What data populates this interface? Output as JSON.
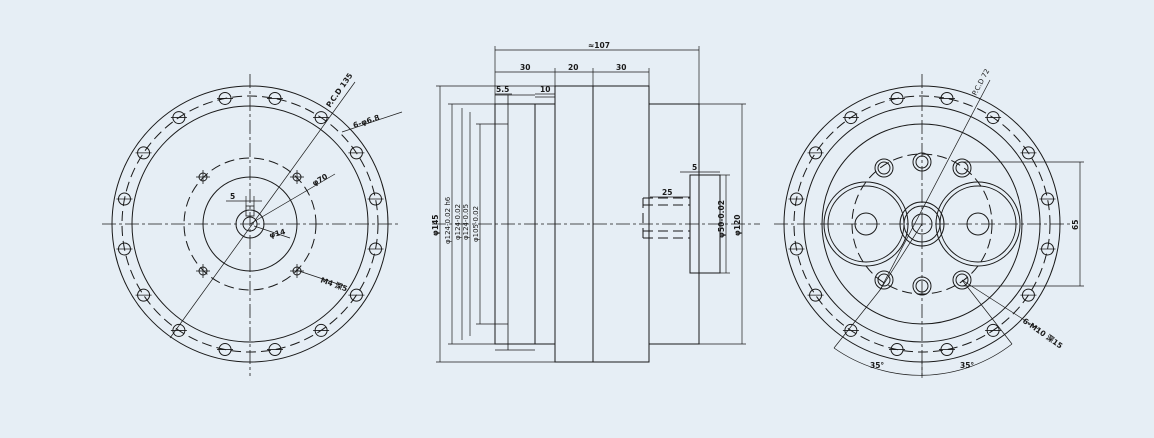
{
  "colors": {
    "background": "#e6eef5",
    "line": "#1a1a1a"
  },
  "front_view": {
    "pcd": "P.C.D 135",
    "holes": "6-φ6.8",
    "d70": "φ70",
    "d14": "φ14",
    "dim5": "5",
    "thread": "M4 深5"
  },
  "side_view": {
    "total": "≈107",
    "seg30a": "30",
    "seg20": "20",
    "seg30b": "30",
    "d5_5": "5.5",
    "d10": "10",
    "d25": "25",
    "d5": "5",
    "dia145": "φ145",
    "dia124a": "φ124-0.02 h6",
    "dia124b": "φ124-0.02",
    "dia124c": "φ124-0.05",
    "dia105": "φ105-0.02",
    "dia50": "φ50-0.02",
    "dia120": "φ120"
  },
  "rear_view": {
    "pcd": "P.C.D 72",
    "dim65": "65",
    "thread": "6-M10 深15",
    "ang_left": "35°",
    "ang_right": "35°"
  }
}
